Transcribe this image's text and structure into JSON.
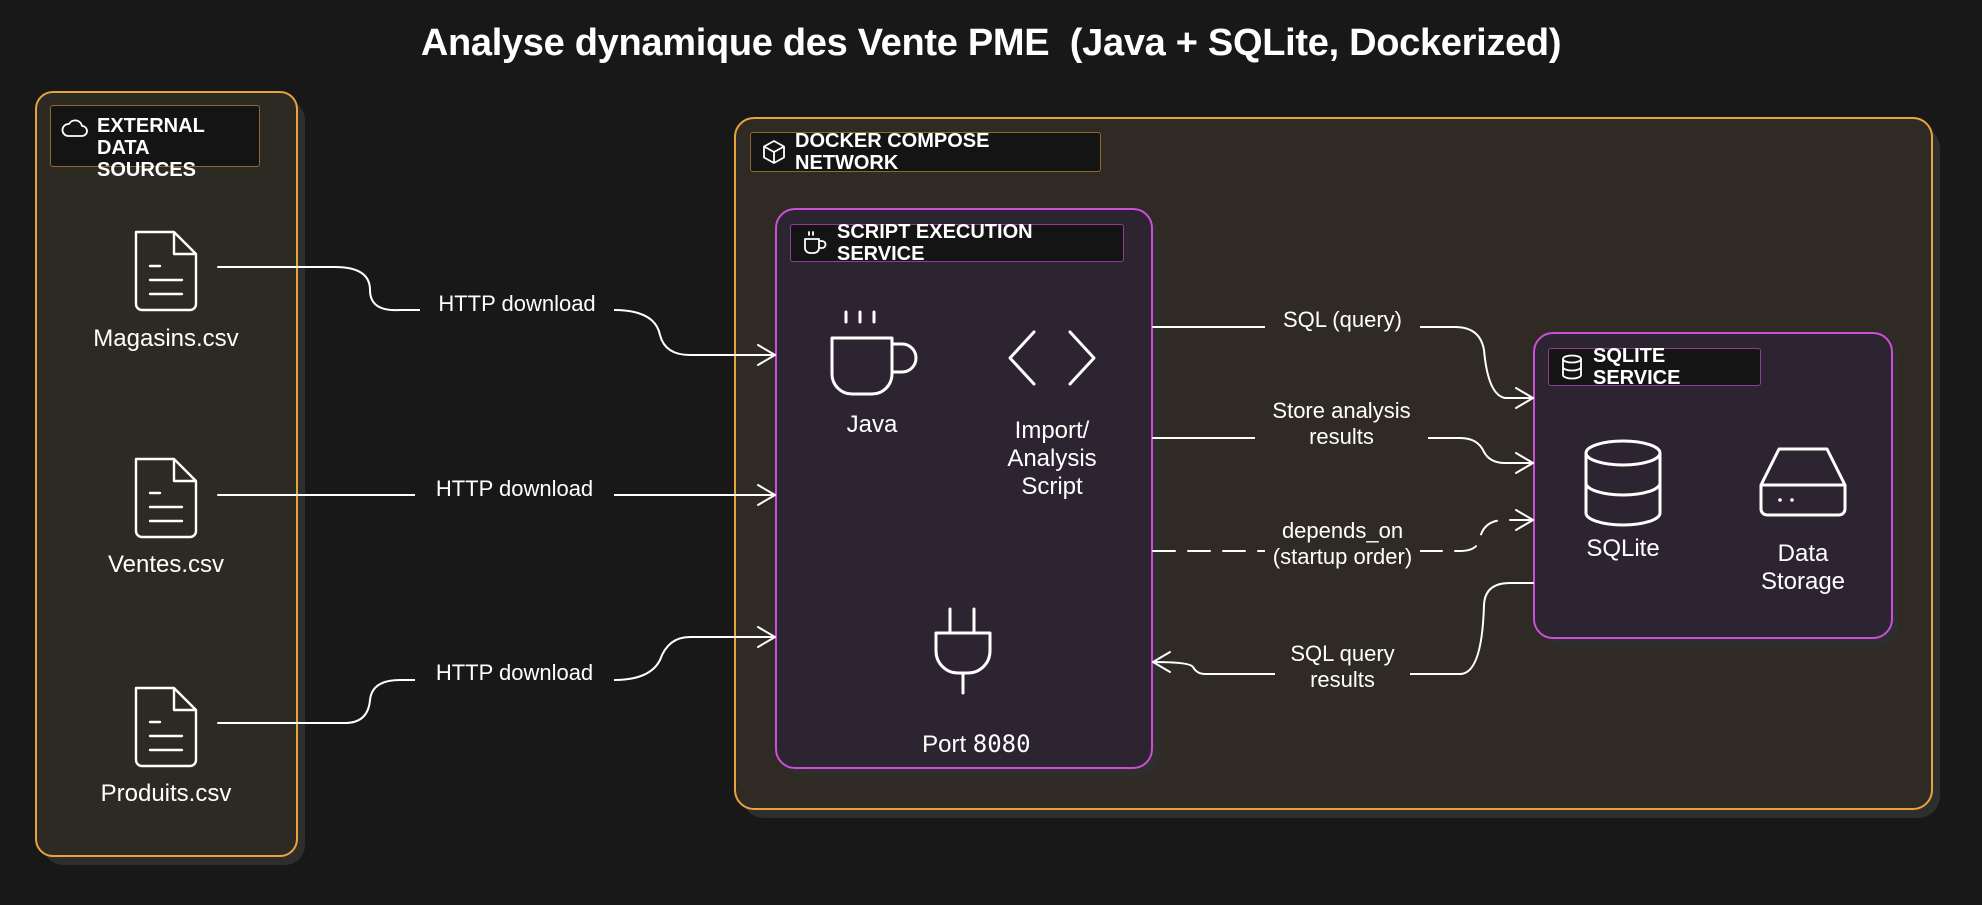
{
  "title": "Analyse dynamique des Vente PME  (Java + SQLite, Dockerized)",
  "groups": {
    "external": {
      "label_line1": "EXTERNAL DATA",
      "label_line2": "SOURCES",
      "icon": "cloud-icon",
      "border_color": "#e8a33d"
    },
    "docker": {
      "label": "DOCKER COMPOSE NETWORK",
      "icon": "cube-icon",
      "border_color": "#e8a33d"
    },
    "script": {
      "label": "SCRIPT EXECUTION SERVICE",
      "icon": "coffee-cup-icon",
      "border_color": "#cc4fd6"
    },
    "sqlite": {
      "label": "SQLITE SERVICE",
      "icon": "database-icon",
      "border_color": "#cc4fd6"
    }
  },
  "nodes": {
    "magasins": {
      "label": "Magasins.csv",
      "icon": "file-icon"
    },
    "ventes": {
      "label": "Ventes.csv",
      "icon": "file-icon"
    },
    "produits": {
      "label": "Produits.csv",
      "icon": "file-icon"
    },
    "java": {
      "label": "Java",
      "icon": "coffee-cup-icon"
    },
    "script": {
      "label": "Import/\nAnalysis\nScript",
      "icon": "code-icon"
    },
    "port": {
      "label_prefix": "Port ",
      "label_number": "8080",
      "icon": "plug-icon"
    },
    "sqlite": {
      "label": "SQLite",
      "icon": "database-icon"
    },
    "storage": {
      "label": "Data\nStorage",
      "icon": "hard-drive-icon"
    }
  },
  "edges": {
    "magasins_download": "HTTP download",
    "ventes_download": "HTTP download",
    "produits_download": "HTTP download",
    "sql_query": "SQL (query)",
    "store_results": "Store analysis\nresults",
    "depends_on": "depends_on\n(startup order)",
    "query_results": "SQL query\nresults"
  }
}
